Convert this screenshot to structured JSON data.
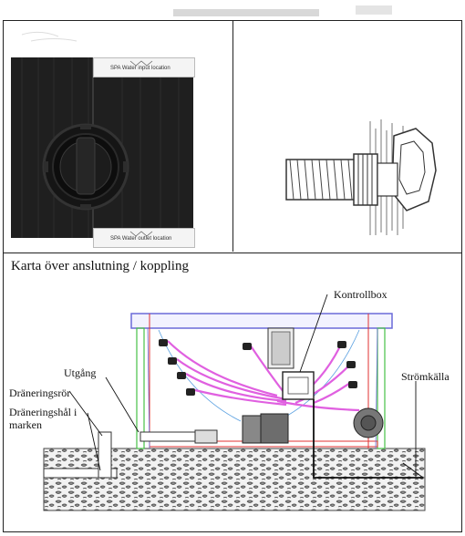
{
  "photo_labels": {
    "input": "SPA Water input location",
    "outlet": "SPA Water outlet location"
  },
  "diagram": {
    "title": "Karta över anslutning / koppling",
    "labels": {
      "control_box": "Kontrollbox",
      "power_source": "Strömkälla",
      "outlet": "Utgång",
      "drain_pipe": "Dräneringsrör",
      "drain_hole_line1": "Dräneringshål i",
      "drain_hole_line2": "marken"
    }
  },
  "colors": {
    "frame_blue": "#6a6ad8",
    "pipe_magenta": "#e060e0",
    "gravel": "#7a7a7a",
    "green_post": "#46c046",
    "red_wire": "#e03030"
  }
}
